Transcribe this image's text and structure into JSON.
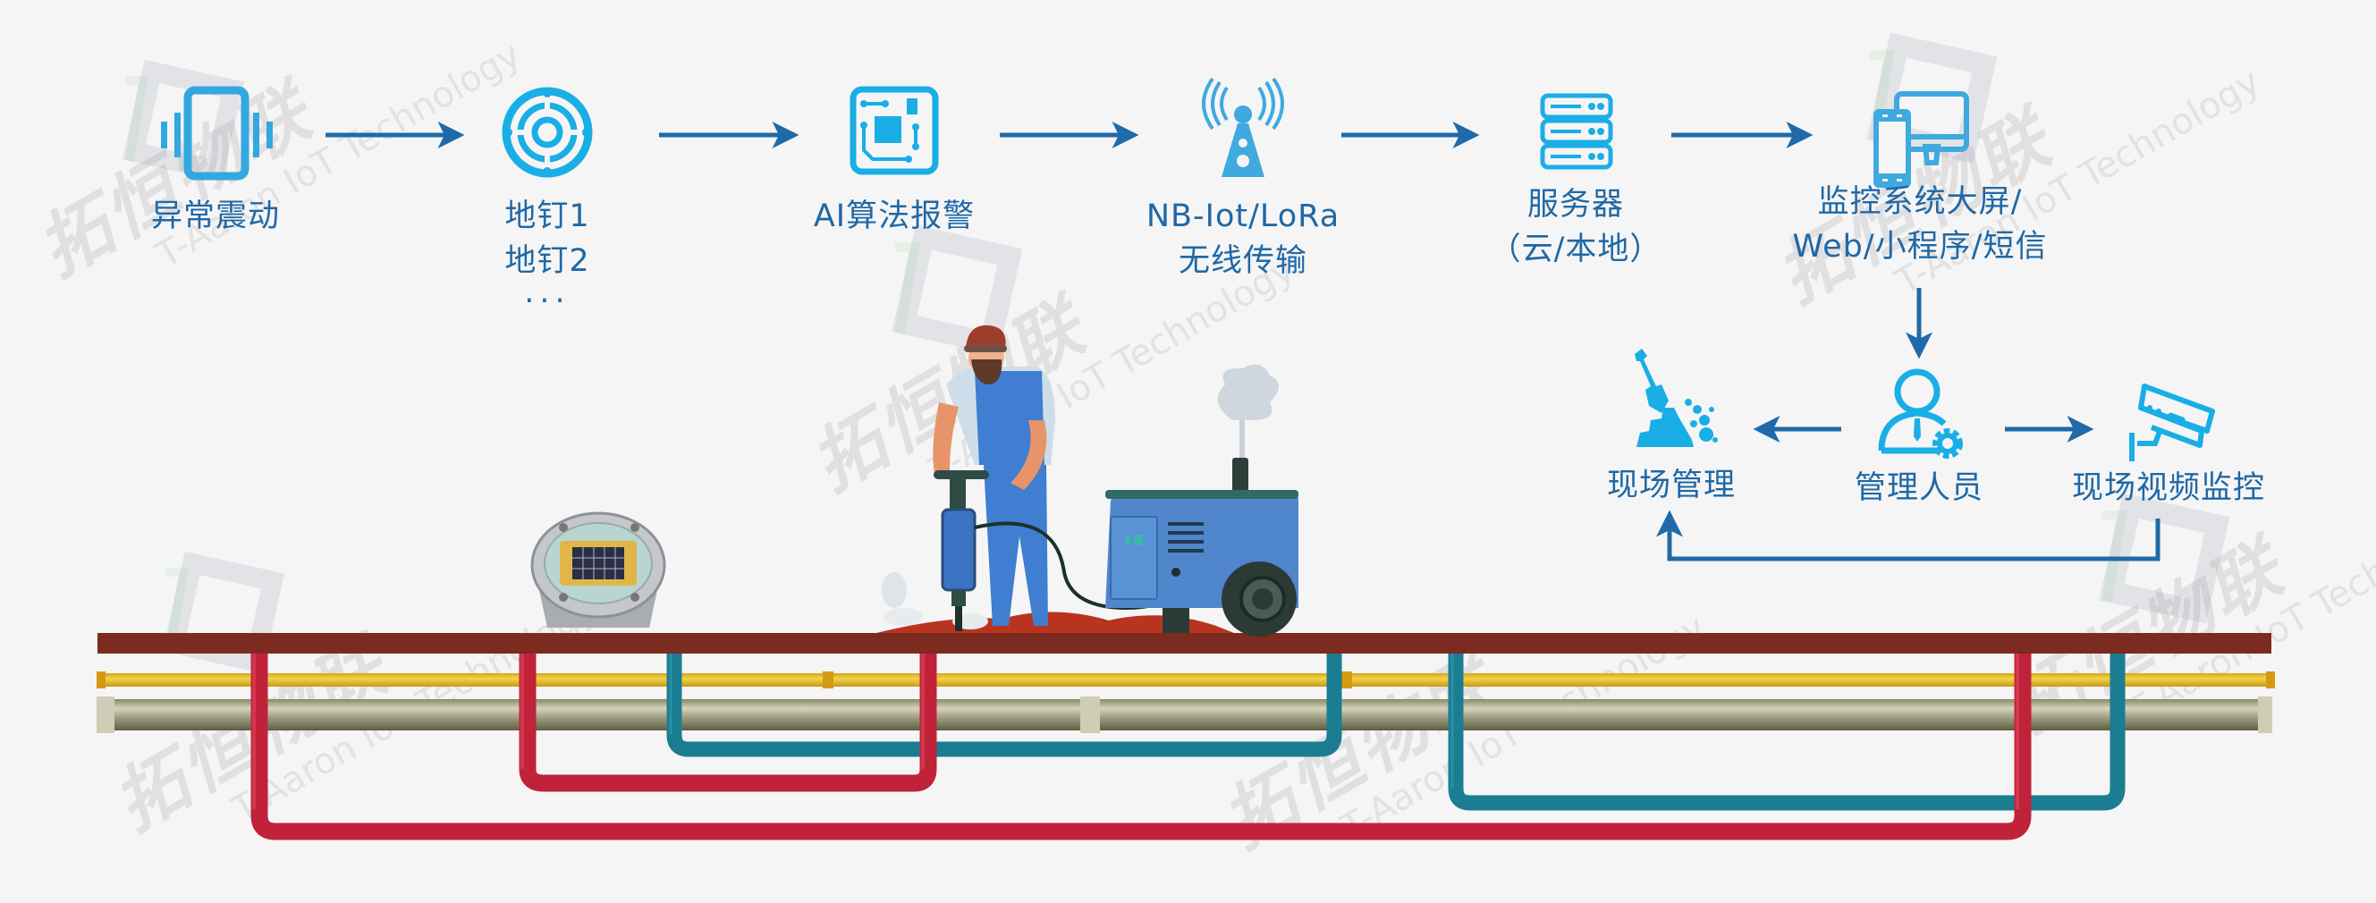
{
  "colors": {
    "background": "#f5f5f5",
    "label_text": "#1f68a6",
    "arrow": "#1f6aa8",
    "icon_fill": "#19aee6",
    "road": "#7b2b1f",
    "pipe_red": "#c0223a",
    "pipe_teal": "#1b7d92",
    "pipe_yellow": "#e6bf24",
    "pipe_gray": "#9a9a80"
  },
  "flow": {
    "steps": [
      {
        "id": "vibration",
        "icon": "vibrating-phone-icon",
        "lines": [
          "异常震动"
        ]
      },
      {
        "id": "ground-stud",
        "icon": "ground-stud-target-icon",
        "lines": [
          "地钉1",
          "地钉2",
          "···"
        ]
      },
      {
        "id": "ai",
        "icon": "circuit-chip-icon",
        "lines": [
          "AI算法报警"
        ]
      },
      {
        "id": "wireless",
        "icon": "signal-tower-icon",
        "lines": [
          "NB-Iot/LoRa",
          "无线传输"
        ]
      },
      {
        "id": "server",
        "icon": "server-rack-icon",
        "lines": [
          "服务器",
          "（云/本地）"
        ]
      },
      {
        "id": "display",
        "icon": "phone-monitor-icon",
        "lines": [
          "监控系统大屏/",
          "Web/小程序/短信"
        ]
      }
    ],
    "response": {
      "manager": {
        "icon": "manager-gear-icon",
        "label": "管理人员"
      },
      "site": {
        "icon": "shovel-dirt-icon",
        "label": "现场管理"
      },
      "video": {
        "icon": "cctv-camera-icon",
        "label": "现场视频监控"
      }
    }
  },
  "scene": {
    "ground_stud": "solar-ground-stud",
    "worker": "worker-with-jackhammer",
    "compressor": "air-compressor"
  },
  "watermark": {
    "cn": "拓恒物联",
    "en": "T-Aaron IoT Technology"
  }
}
